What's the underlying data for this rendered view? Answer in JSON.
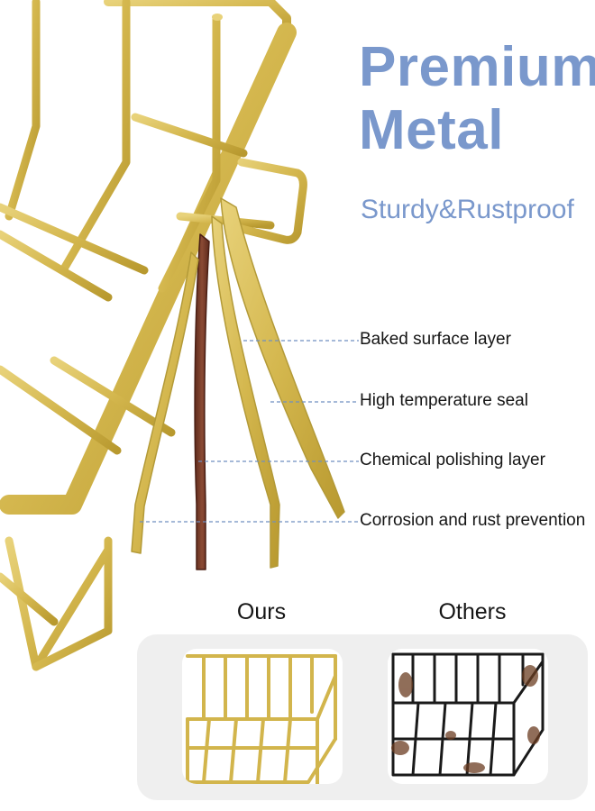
{
  "header": {
    "title_line1": "Premium",
    "title_line2": "Metal",
    "subtitle": "Sturdy&Rustproof"
  },
  "layers": [
    {
      "label": "Baked surface layer"
    },
    {
      "label": "High temperature seal"
    },
    {
      "label": "Chemical polishing layer"
    },
    {
      "label": "Corrosion and rust prevention"
    }
  ],
  "comparison": {
    "ours_label": "Ours",
    "others_label": "Others"
  },
  "colors": {
    "accent_blue": "#7a98cc",
    "gold": "#d9bf5b",
    "gold_dark": "#b39a38",
    "copper": "#7a3f2c",
    "black_wire": "#1a1a1a",
    "panel_bg": "#efefef"
  }
}
